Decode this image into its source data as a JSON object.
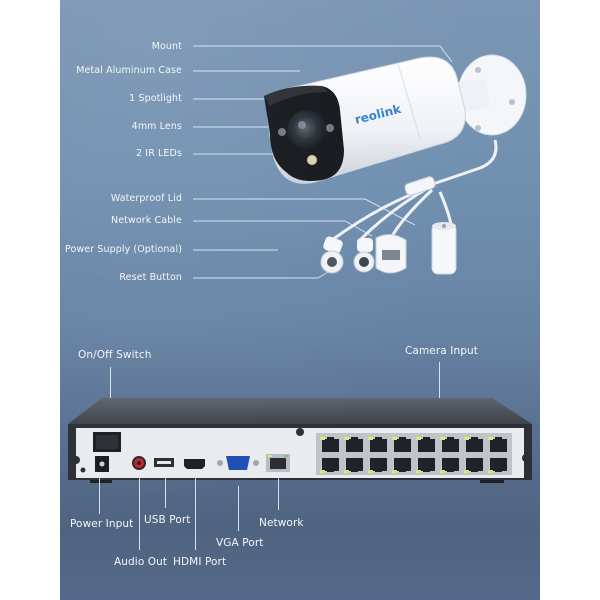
{
  "camera": {
    "brand_logo": "reolink",
    "callouts": [
      {
        "id": "mount",
        "label": "Mount"
      },
      {
        "id": "metal-case",
        "label": "Metal Aluminum Case"
      },
      {
        "id": "spotlight",
        "label": "1 Spotlight"
      },
      {
        "id": "lens",
        "label": "4mm Lens"
      },
      {
        "id": "ir-leds",
        "label": "2 IR LEDs"
      },
      {
        "id": "waterproof-lid",
        "label": "Waterproof Lid"
      },
      {
        "id": "network-cable",
        "label": "Network Cable"
      },
      {
        "id": "power-supply",
        "label": "Power Supply (Optional)"
      },
      {
        "id": "reset-button",
        "label": "Reset Button"
      }
    ]
  },
  "nvr": {
    "top_callouts": [
      {
        "id": "on-off-switch",
        "label": "On/Off Switch"
      },
      {
        "id": "camera-input",
        "label": "Camera Input"
      }
    ],
    "bottom_callouts": [
      {
        "id": "power-input",
        "label": "Power Input"
      },
      {
        "id": "audio-out",
        "label": "Audio Out"
      },
      {
        "id": "usb-port",
        "label": "USB Port"
      },
      {
        "id": "hdmi-port",
        "label": "HDMI Port"
      },
      {
        "id": "vga-port",
        "label": "VGA Port"
      },
      {
        "id": "network",
        "label": "Network"
      }
    ],
    "poe_port_count": 16
  },
  "colors": {
    "panel_top": "#7b96b4",
    "panel_bottom": "#4f6480",
    "label_text": "#f3f6fa",
    "brand_blue": "#2f7fd0",
    "port_led": "#e8e27a"
  }
}
